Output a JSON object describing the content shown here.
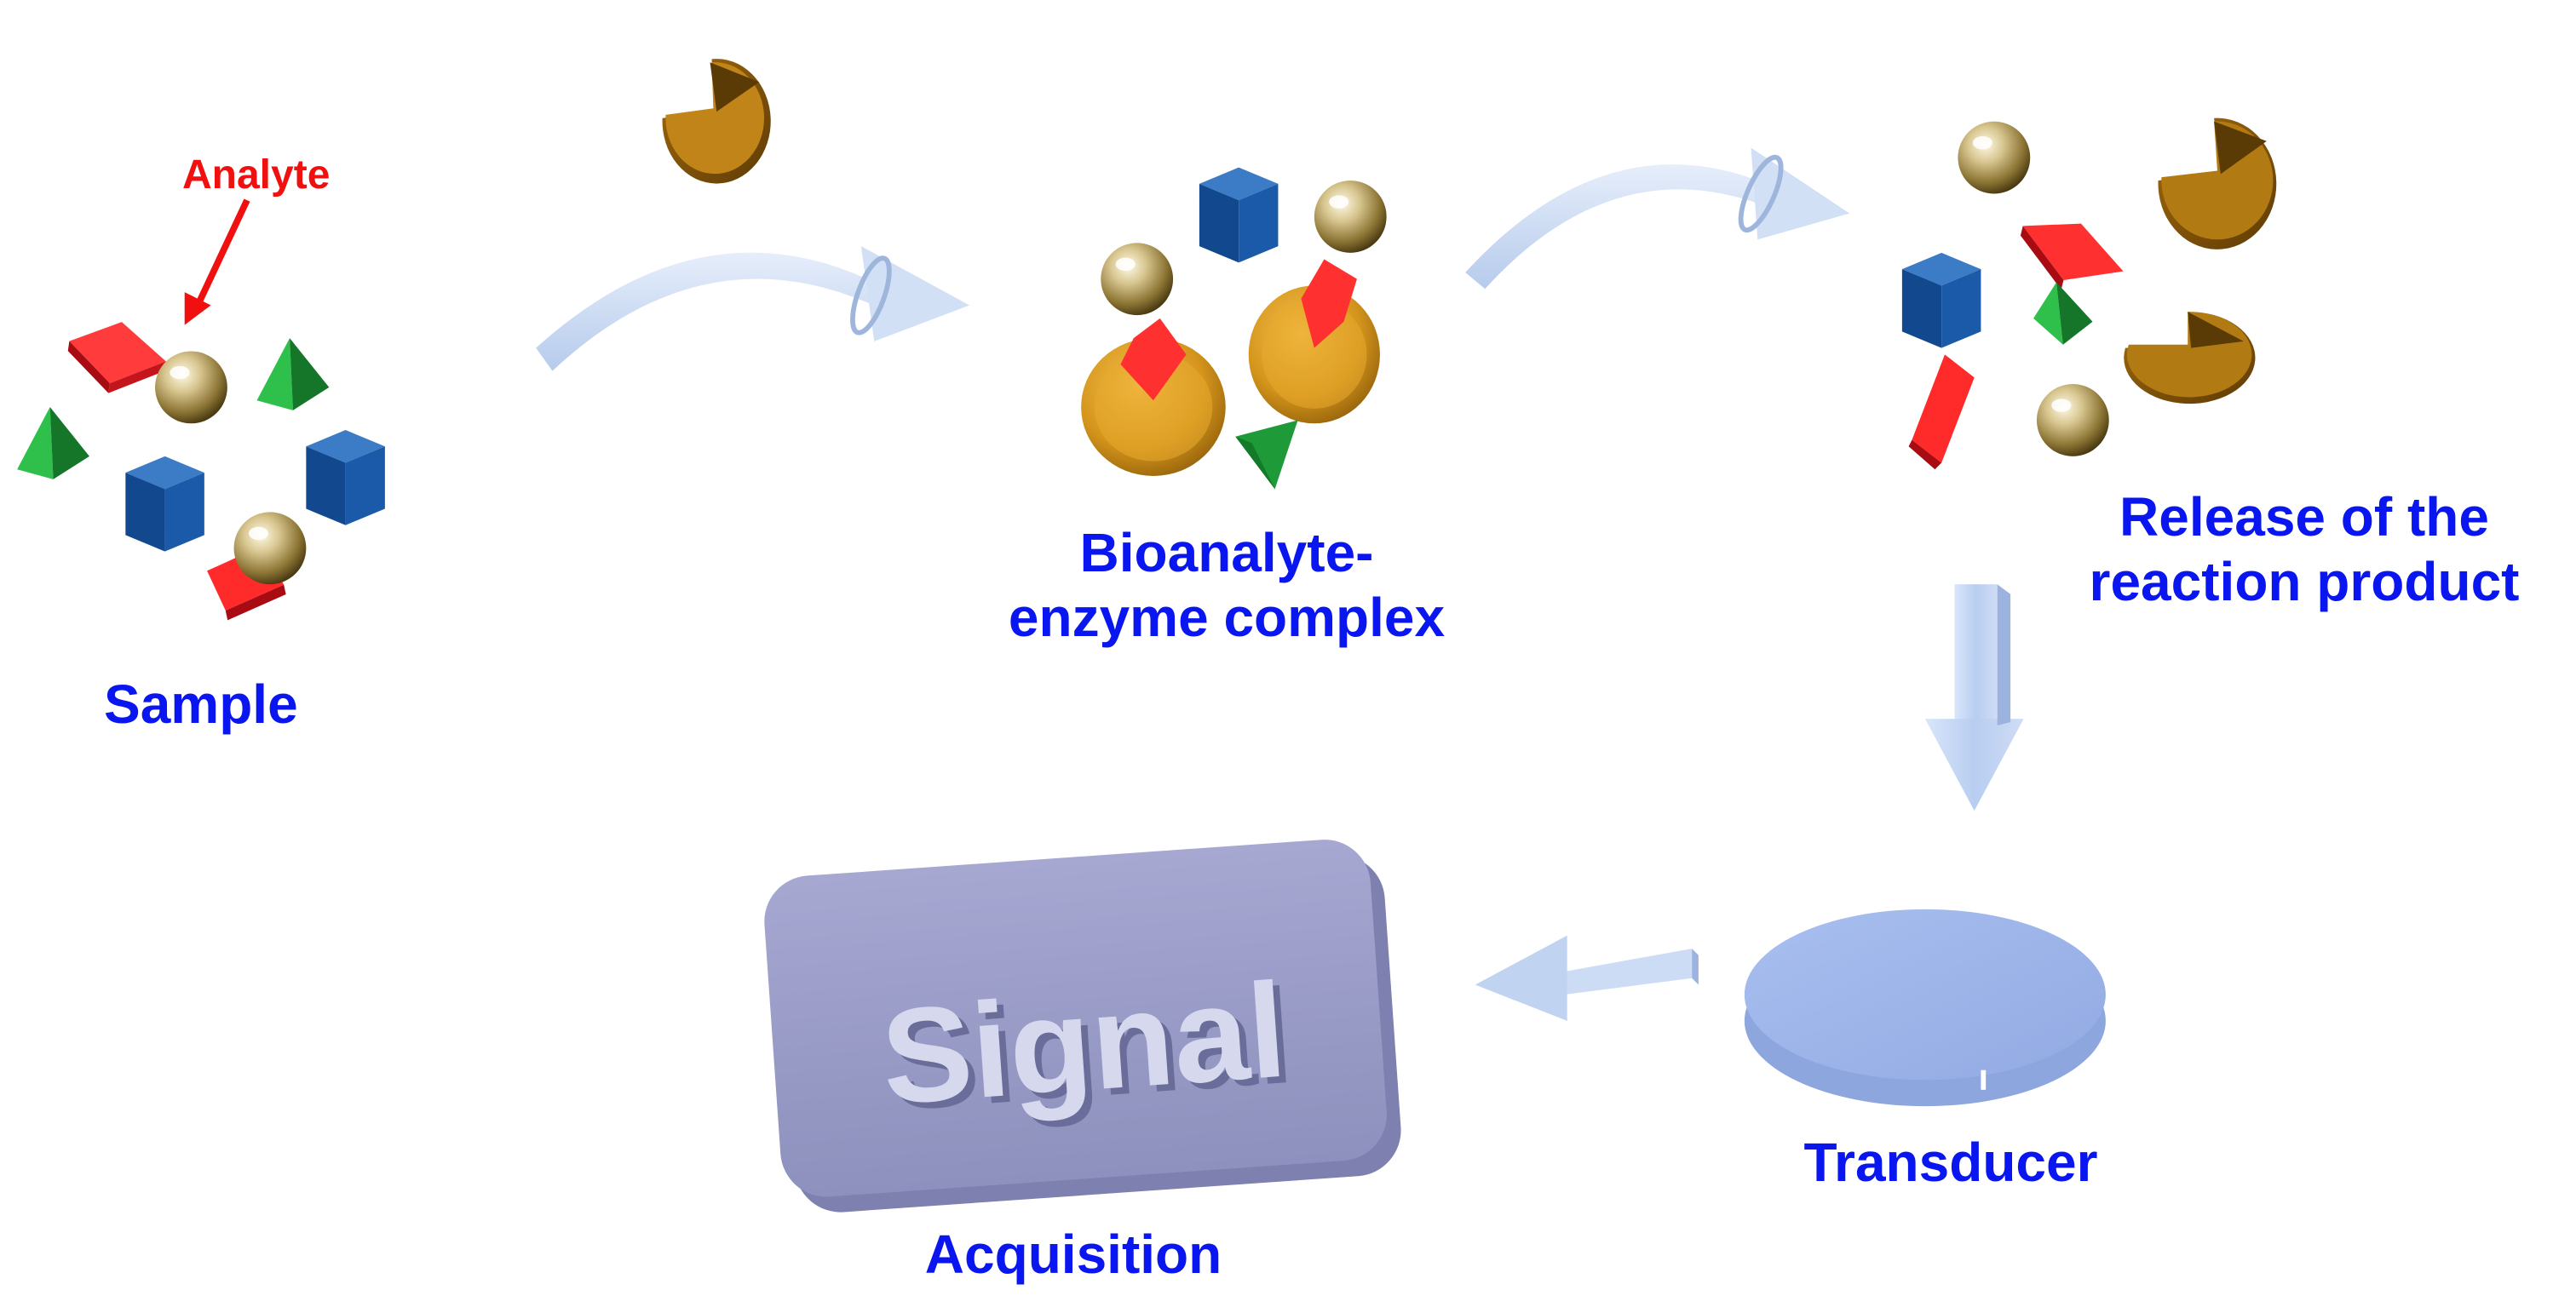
{
  "labels": {
    "analyte": "Analyte",
    "sample": "Sample",
    "complex_line1": "Bioanalyte-",
    "complex_line2": "enzyme complex",
    "release_line1": "Release of the",
    "release_line2": "reaction product",
    "transducer": "Transducer",
    "signal": "Signal",
    "acquisition": "Acquisition"
  },
  "colors": {
    "label_text": "#0a16f0",
    "analyte_text": "#f01010",
    "arrow": "#c4d8f4",
    "cube": "#1a5aa8",
    "pyramid": "#1f9a38",
    "diamond": "#e8202a",
    "sphere": "#c8b47a",
    "enzyme": "#c98a1e",
    "transducer_disc": "#9eb6ea",
    "signal_box": "#9a9cc8"
  },
  "icons": [
    "cube-icon",
    "pyramid-icon",
    "diamond-icon",
    "sphere-icon",
    "enzyme-icon",
    "arrow-icon",
    "transducer-disc-icon",
    "signal-box-icon"
  ]
}
